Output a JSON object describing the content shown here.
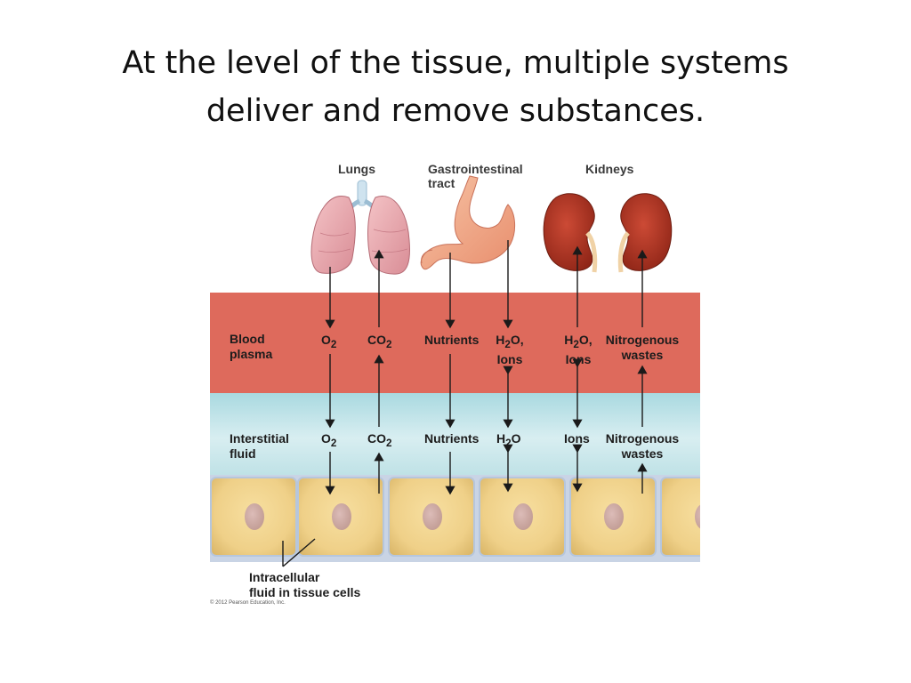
{
  "slide": {
    "title_line1": "At the level of the tissue, multiple systems",
    "title_line2": "deliver and  remove substances."
  },
  "organs": {
    "lungs": "Lungs",
    "gi_line1": "Gastrointestinal",
    "gi_line2": "tract",
    "kidneys": "Kidneys"
  },
  "blood_plasma": {
    "label_line1": "Blood",
    "label_line2": "plasma",
    "o2": "O",
    "o2_sub": "2",
    "co2": "CO",
    "co2_sub": "2",
    "nutrients": "Nutrients",
    "h2o_ions_gi_a": "H",
    "h2o_ions_gi_sub": "2",
    "h2o_ions_gi_b": "O,",
    "h2o_ions_gi_line2": "Ions",
    "h2o_ions_kid_a": "H",
    "h2o_ions_kid_sub": "2",
    "h2o_ions_kid_b": "O,",
    "h2o_ions_kid_line2": "Ions",
    "nitrogenous_line1": "Nitrogenous",
    "nitrogenous_line2": "wastes"
  },
  "interstitial": {
    "label_line1": "Interstitial",
    "label_line2": "fluid",
    "o2": "O",
    "o2_sub": "2",
    "co2": "CO",
    "co2_sub": "2",
    "nutrients": "Nutrients",
    "h2o_a": "H",
    "h2o_sub": "2",
    "h2o_b": "O",
    "ions": "Ions",
    "nitrogenous_line1": "Nitrogenous",
    "nitrogenous_line2": "wastes"
  },
  "cells": {
    "caption_line1": "Intracellular",
    "caption_line2": "fluid in tissue cells"
  },
  "credit": "© 2012 Pearson Education, Inc.",
  "colors": {
    "blood_plasma": "#de6a5c",
    "interstitial_fluid": "#c8e8ec",
    "cell_fill": "#efd088",
    "lung_fill": "#e9a7ad",
    "stomach_fill": "#f2a987",
    "kidney_fill": "#a8301f"
  }
}
